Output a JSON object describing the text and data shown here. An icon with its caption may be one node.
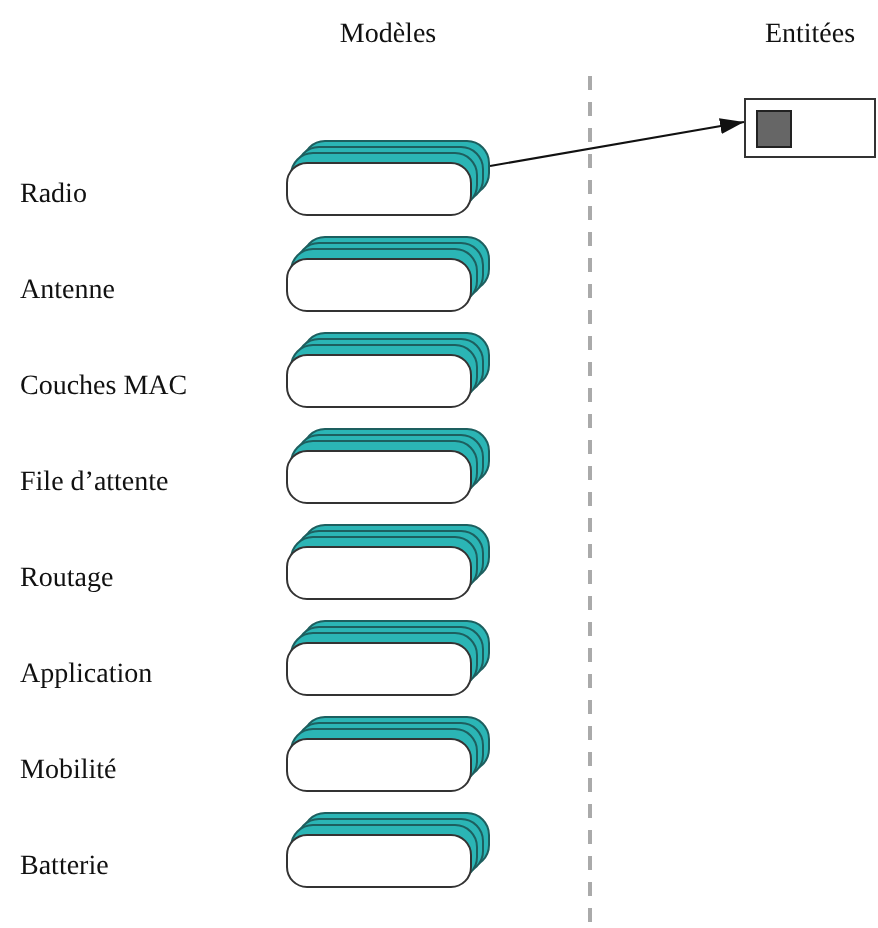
{
  "diagram": {
    "nodes": [
      {
        "text": [],
        "shape": "box"
      },
      {
        "text": [],
        "shape": "box"
      },
      {
        "text": [],
        "shape": "box"
      },
      {
        "text": [],
        "shape": "box"
      },
      {
        "text": [],
        "shape": "box"
      },
      {
        "text": [],
        "shape": "box"
      },
      {
        "text": [],
        "shape": "box"
      },
      {
        "text": [],
        "shape": "box"
      },
      {
        "text": [],
        "shape": "box"
      }
    ],
    "edges": [
      {
        "from": 0,
        "to": 8,
        "arrow": "to"
      }
    ],
    "labels": [
      "Modèles",
      "Entitées",
      "Radio",
      "Antenne",
      "Couches MAC",
      "File d’attente",
      "Routage",
      "Application",
      "Mobilité",
      "Batterie"
    ]
  }
}
